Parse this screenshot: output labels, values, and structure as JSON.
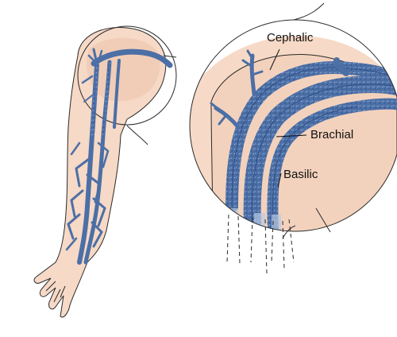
{
  "figure": {
    "labels": {
      "cephalic": "Cephalic",
      "brachial": "Brachial",
      "basilic": "Basilic"
    },
    "colors": {
      "skin": "#f6d9c6",
      "vein": "#4c6fa6",
      "vein_dark": "#2f4f86",
      "outline": "#2a2a2a",
      "background": "#ffffff"
    }
  }
}
